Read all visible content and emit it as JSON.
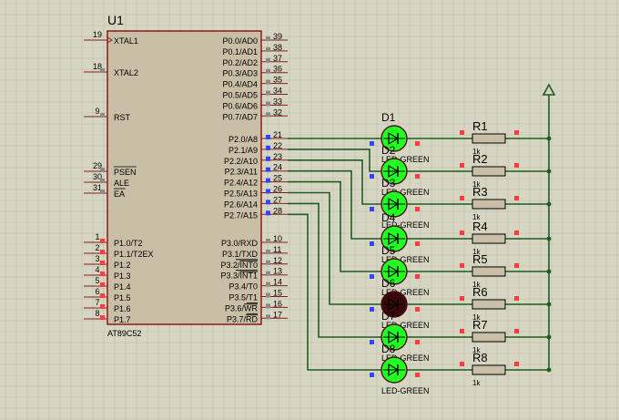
{
  "colors": {
    "background": "#d6d6c2",
    "grid": "#bdbdab",
    "chip_fill": "#c8bfa6",
    "chip_border": "#8b1a1a",
    "wire": "#1f5c1f",
    "pin_line": "#8b1a1a",
    "led_on": "#22ff22",
    "led_off": "#3a0808",
    "resistor_fill": "#c8bfa6",
    "pin_marker_red": "#ff3b3b",
    "pin_marker_blue": "#3344ff",
    "pin_marker_gray": "#8a8a8a",
    "text": "#000000"
  },
  "chip": {
    "ref": "U1",
    "part": "AT89C52",
    "left_pins": [
      {
        "num": "19",
        "name": "XTAL1",
        "clock": true
      },
      {
        "num": "18",
        "name": "XTAL2"
      },
      {
        "num": "9",
        "name": "RST"
      },
      {
        "num": "29",
        "name": "PSEN",
        "overbar": true
      },
      {
        "num": "30",
        "name": "ALE"
      },
      {
        "num": "31",
        "name": "EA",
        "overbar": true
      },
      {
        "num": "1",
        "name": "P1.0/T2"
      },
      {
        "num": "2",
        "name": "P1.1/T2EX"
      },
      {
        "num": "3",
        "name": "P1.2"
      },
      {
        "num": "4",
        "name": "P1.3"
      },
      {
        "num": "5",
        "name": "P1.4"
      },
      {
        "num": "6",
        "name": "P1.5"
      },
      {
        "num": "7",
        "name": "P1.6"
      },
      {
        "num": "8",
        "name": "P1.7"
      }
    ],
    "right_pins": [
      {
        "num": "39",
        "name": "P0.0/AD0"
      },
      {
        "num": "38",
        "name": "P0.1/AD1"
      },
      {
        "num": "37",
        "name": "P0.2/AD2"
      },
      {
        "num": "36",
        "name": "P0.3/AD3"
      },
      {
        "num": "35",
        "name": "P0.4/AD4"
      },
      {
        "num": "34",
        "name": "P0.5/AD5"
      },
      {
        "num": "33",
        "name": "P0.6/AD6"
      },
      {
        "num": "32",
        "name": "P0.7/AD7"
      },
      {
        "num": "21",
        "name": "P2.0/A8"
      },
      {
        "num": "22",
        "name": "P2.1/A9"
      },
      {
        "num": "23",
        "name": "P2.2/A10"
      },
      {
        "num": "24",
        "name": "P2.3/A11"
      },
      {
        "num": "25",
        "name": "P2.4/A12"
      },
      {
        "num": "26",
        "name": "P2.5/A13"
      },
      {
        "num": "27",
        "name": "P2.6/A14"
      },
      {
        "num": "28",
        "name": "P2.7/A15"
      },
      {
        "num": "10",
        "name": "P3.0/RXD"
      },
      {
        "num": "11",
        "name": "P3.1/TXD"
      },
      {
        "num": "12",
        "name": "P3.2/",
        "over": "INT0"
      },
      {
        "num": "13",
        "name": "P3.3/",
        "over": "INT1"
      },
      {
        "num": "14",
        "name": "P3.4/T0"
      },
      {
        "num": "15",
        "name": "P3.5/T1"
      },
      {
        "num": "16",
        "name": "P3.6/",
        "over": "WR"
      },
      {
        "num": "17",
        "name": "P3.7/",
        "over": "RD"
      }
    ]
  },
  "leds": [
    {
      "ref": "D1",
      "label": "LED-GREEN",
      "on": true
    },
    {
      "ref": "D2",
      "label": "LED-GREEN",
      "on": true
    },
    {
      "ref": "D3",
      "label": "LED-GREEN",
      "on": true
    },
    {
      "ref": "D4",
      "label": "LED-GREEN",
      "on": true
    },
    {
      "ref": "D5",
      "label": "LED-GREEN",
      "on": true
    },
    {
      "ref": "D6",
      "label": "LED-GREEN",
      "on": false
    },
    {
      "ref": "D7",
      "label": "LED-GREEN",
      "on": true
    },
    {
      "ref": "D8",
      "label": "LED-GREEN",
      "on": true
    }
  ],
  "resistors": [
    {
      "ref": "R1",
      "value": "1k"
    },
    {
      "ref": "R2",
      "value": "1k"
    },
    {
      "ref": "R3",
      "value": "1k"
    },
    {
      "ref": "R4",
      "value": "1k"
    },
    {
      "ref": "R5",
      "value": "1k"
    },
    {
      "ref": "R6",
      "value": "1k"
    },
    {
      "ref": "R7",
      "value": "1k"
    },
    {
      "ref": "R8",
      "value": "1k"
    }
  ],
  "power": {
    "icon": "power-terminal-icon"
  }
}
